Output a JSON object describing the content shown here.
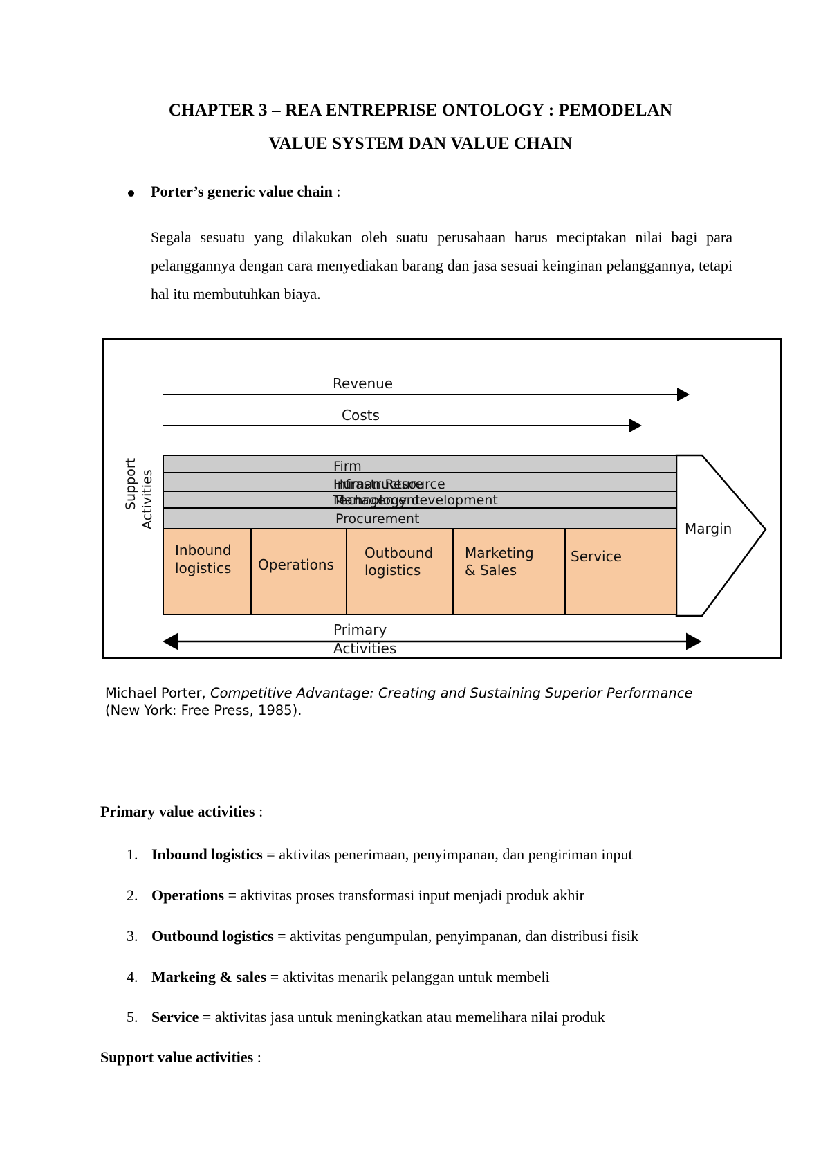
{
  "document": {
    "title_line1": "CHAPTER 3 – REA ENTREPRISE ONTOLOGY : PEMODELAN",
    "title_line2": "VALUE SYSTEM DAN VALUE CHAIN",
    "bullet": {
      "label": "Porter’s generic value chain",
      "suffix": " :"
    },
    "paragraph": "Segala sesuatu yang dilakukan oleh suatu perusahaan harus meciptakan nilai bagi para pelanggannya dengan cara menyediakan barang dan jasa sesuai keinginan pelanggannya, tetapi hal itu membutuhkan biaya.",
    "citation": {
      "author": "Michael Porter, ",
      "book": "Competitive Advantage: Creating and Sustaining Superior Performance",
      "publisher": "(New York: Free Press, 1985)."
    },
    "primary_section": {
      "heading": "Primary value activities",
      "suffix": " :",
      "items": [
        {
          "num": "1.",
          "term": "Inbound logistics",
          "desc": " = aktivitas penerimaan, penyimpanan, dan pengiriman input"
        },
        {
          "num": "2.",
          "term": "Operations",
          "desc": " = aktivitas proses transformasi input menjadi produk akhir"
        },
        {
          "num": "3.",
          "term": "Outbound logistics",
          "desc": " = aktivitas pengumpulan, penyimpanan, dan distribusi fisik"
        },
        {
          "num": "4.",
          "term": "Markeing & sales",
          "desc": " = aktivitas menarik pelanggan untuk membeli"
        },
        {
          "num": "5.",
          "term": "Service",
          "desc": " = aktivitas jasa untuk meningkatkan atau memelihara nilai produk"
        }
      ]
    },
    "support_section": {
      "heading": "Support value activities",
      "suffix": " :"
    }
  },
  "diagram": {
    "revenue": "Revenue",
    "costs": "Costs",
    "support_label_1": "Support",
    "support_label_2": "Activities",
    "support_rows": [
      "Firm",
      "Infrastructure",
      "Human Resource",
      "Management",
      "Technology development",
      "Procurement"
    ],
    "primary_cells": [
      {
        "line1": "Inbound",
        "line2": "logistics"
      },
      {
        "line1": "Operations",
        "line2": ""
      },
      {
        "line1": "Outbound",
        "line2": "logistics"
      },
      {
        "line1": "Marketing",
        "line2": "& Sales"
      },
      {
        "line1": "Service",
        "line2": ""
      }
    ],
    "margin": "Margin",
    "primary_label_1": "Primary",
    "primary_label_2": "Activities",
    "colors": {
      "support_fill": "#cccccc",
      "primary_fill": "#f8c9a0"
    }
  }
}
